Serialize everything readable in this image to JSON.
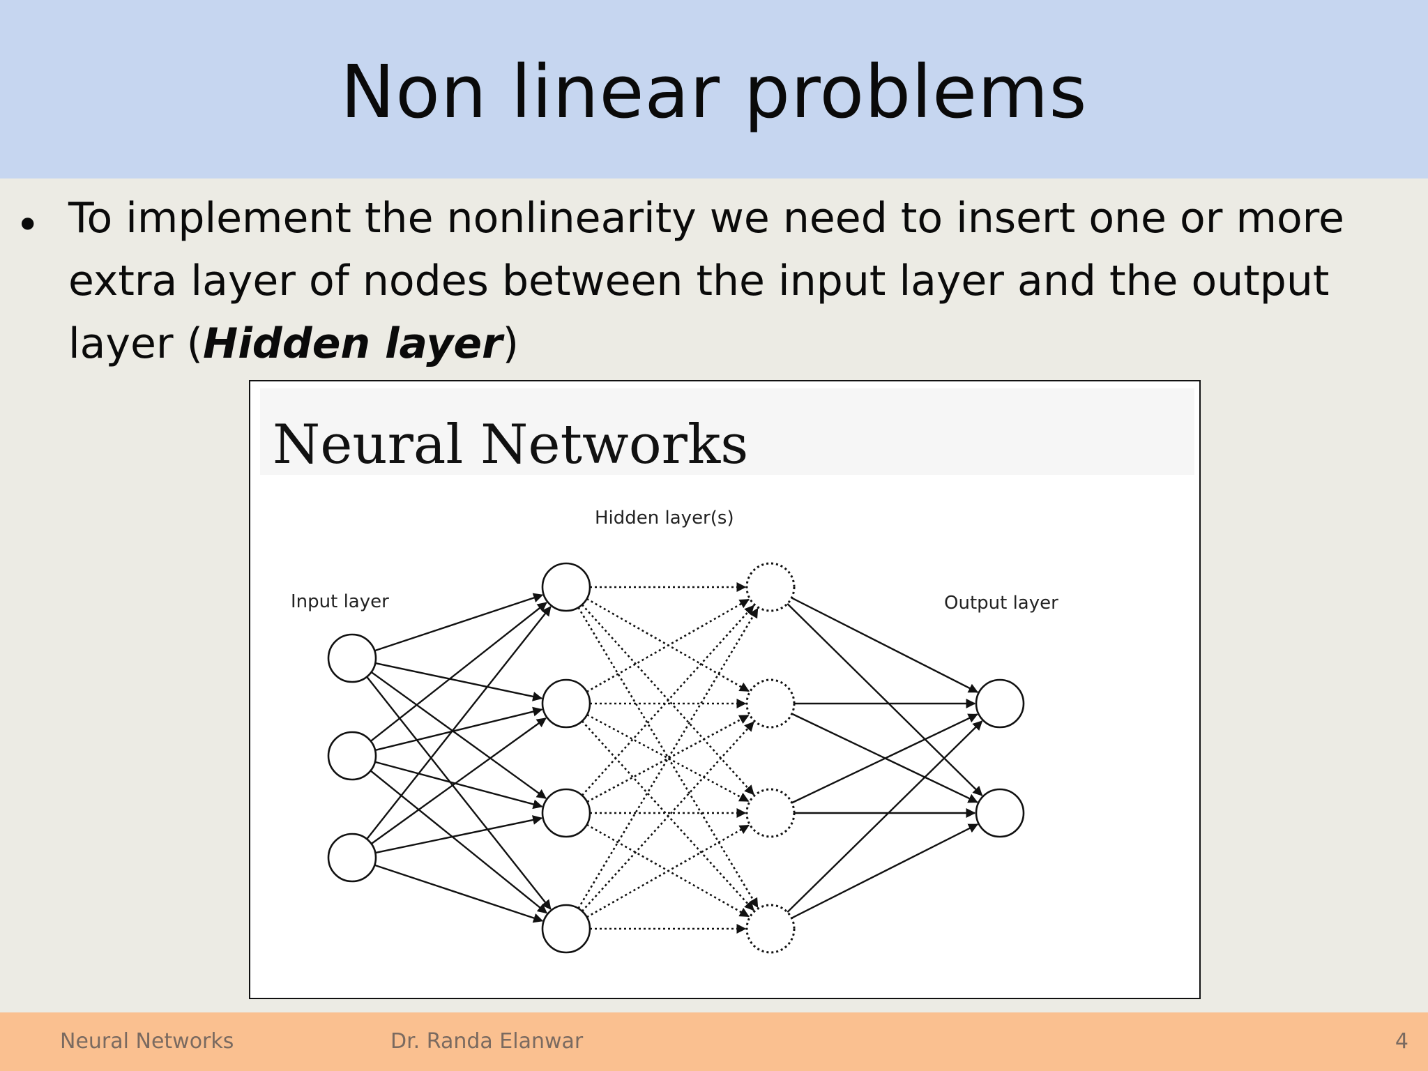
{
  "slide": {
    "title": "Non linear problems",
    "bullet_marker": "•",
    "bullet_text_before": "To implement the nonlinearity we need to insert one or more extra layer of nodes between the input layer and the output layer (",
    "bullet_text_bold": "Hidden layer",
    "bullet_text_after": ")"
  },
  "diagram": {
    "title": "Neural Networks",
    "labels": {
      "input": "Input layer",
      "hidden": "Hidden layer(s)",
      "output": "Output layer"
    }
  },
  "footer": {
    "left": "Neural Networks",
    "center": "Dr. Randa Elanwar",
    "page_number": "4"
  },
  "colors": {
    "title_band": "#c6d6f0",
    "content_bg": "#ecebe4",
    "footer_band": "#fac090"
  }
}
